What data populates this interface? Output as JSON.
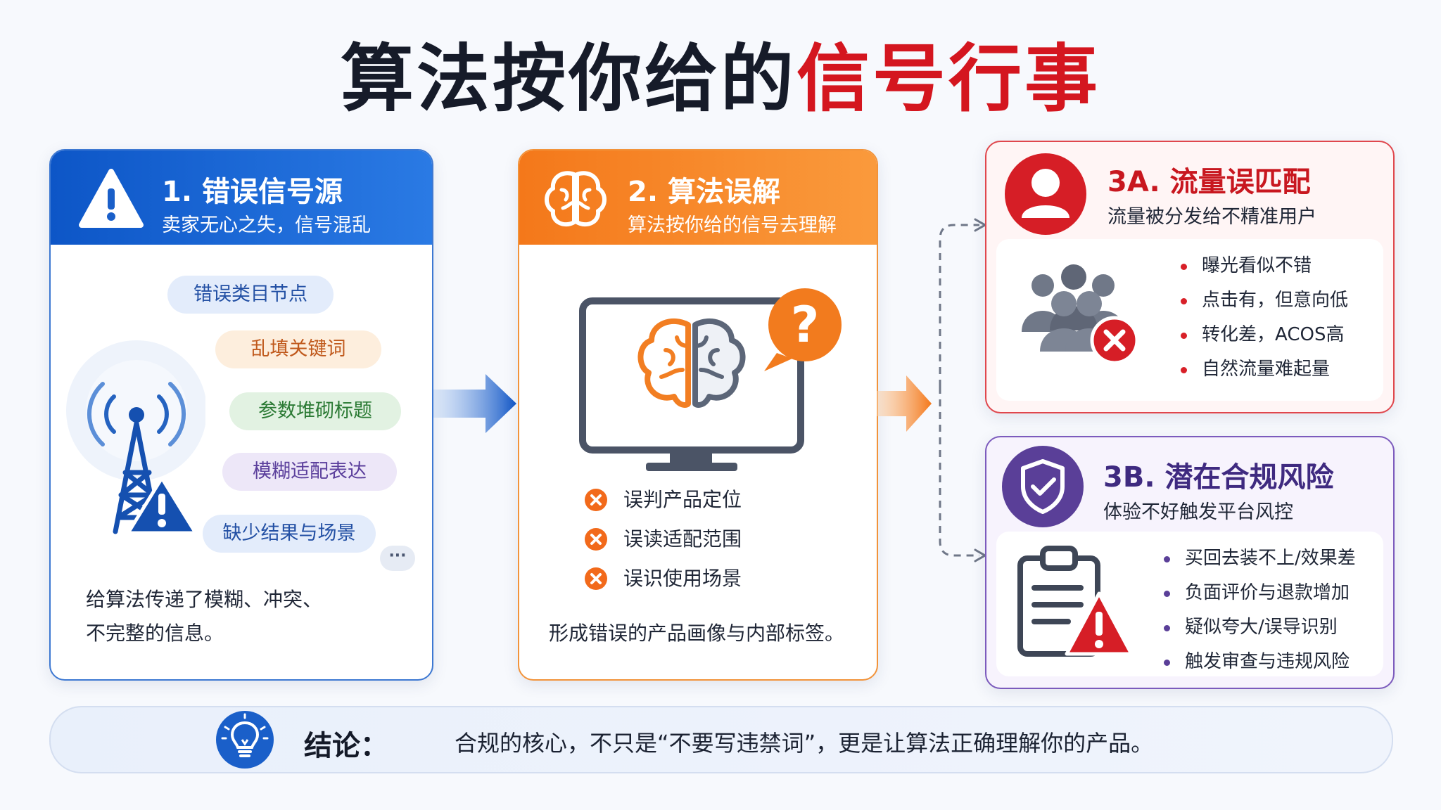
{
  "title": {
    "part1": "算法按你给的",
    "part2": "信号行事"
  },
  "card1": {
    "title": "1. 错误信号源",
    "subtitle": "卖家无心之失，信号混乱",
    "tags": [
      "错误类目节点",
      "乱填关键词",
      "参数堆砌标题",
      "模糊适配表达",
      "缺少结果与场景"
    ],
    "more": "···",
    "body_line1": "给算法传递了模糊、冲突、",
    "body_line2": "不完整的信息。"
  },
  "card2": {
    "title": "2. 算法误解",
    "subtitle": "算法按你给的信号去理解",
    "question": "?",
    "items": [
      "误判产品定位",
      "误读适配范围",
      "误识使用场景"
    ],
    "footer": "形成错误的产品画像与内部标签。"
  },
  "card3a": {
    "title": "3A. 流量误匹配",
    "subtitle": "流量被分发给不精准用户",
    "bullets": [
      "曝光看似不错",
      "点击有，但意向低",
      "转化差，ACOS高",
      "自然流量难起量"
    ]
  },
  "card3b": {
    "title": "3B. 潜在合规风险",
    "subtitle": "体验不好触发平台风控",
    "bullets": [
      "买回去装不上/效果差",
      "负面评价与退款增加",
      "疑似夸大/误导识别",
      "触发审查与违规风险"
    ]
  },
  "conclusion": {
    "label": "结论：",
    "text": "合规的核心，不只是“不要写违禁词”，更是让算法正确理解你的产品。"
  },
  "colors": {
    "blue": "#0d56c7",
    "orange": "#f4781a",
    "red": "#d4161f",
    "purple": "#5a3f98"
  }
}
